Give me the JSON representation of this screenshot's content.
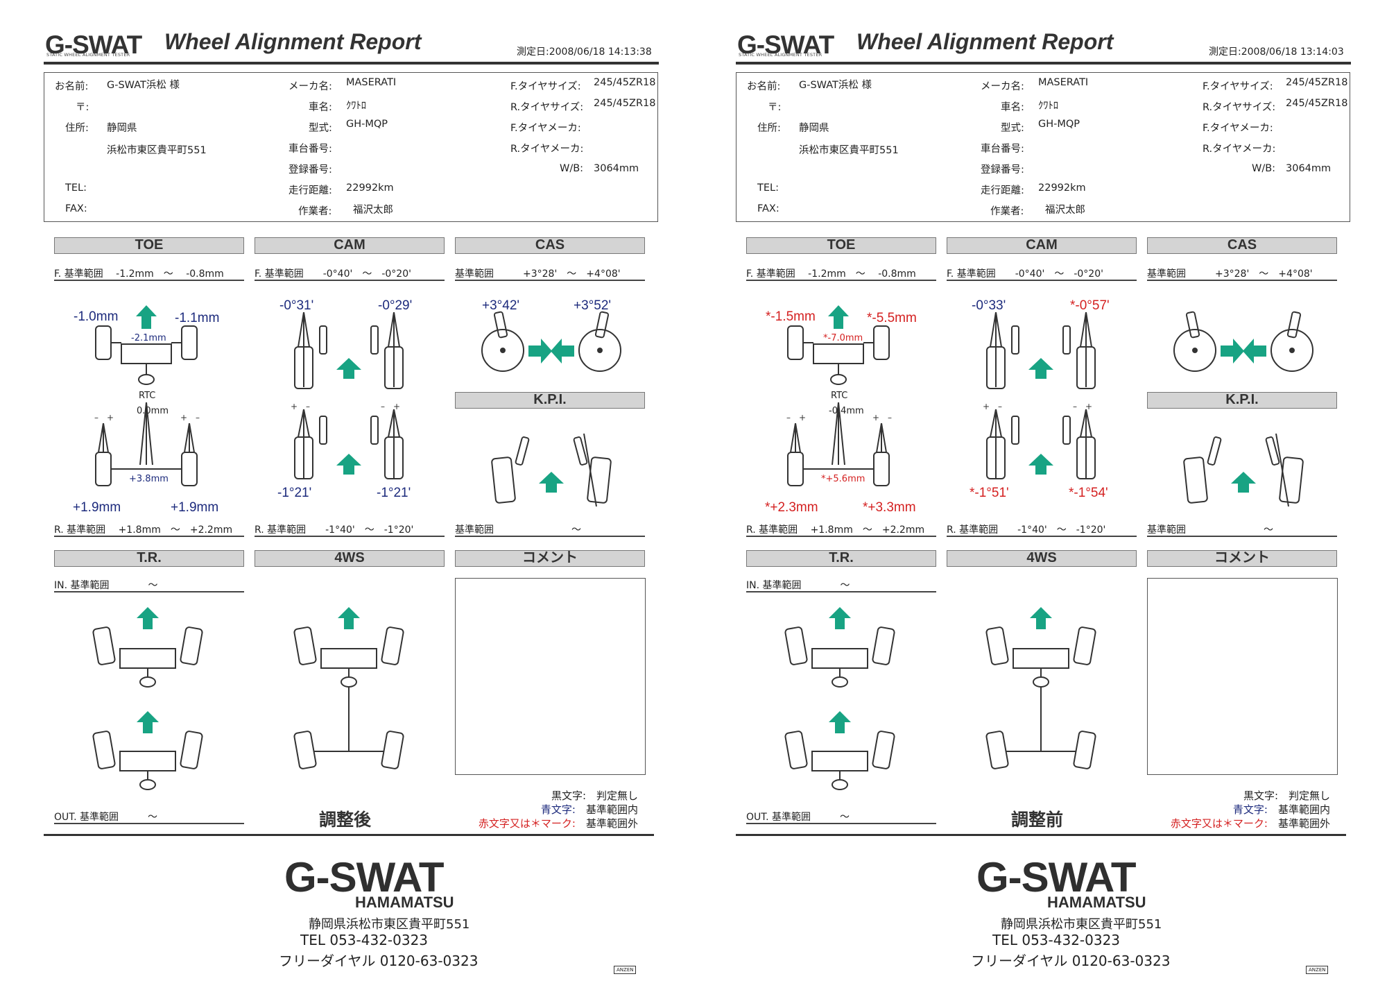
{
  "pages": [
    {
      "brand": "G-SWAT",
      "brand_sub": "STATIC WHEEL ALIGNMENT TESTER",
      "title": "Wheel Alignment Report",
      "measured": "測定日:2008/06/18 14:13:38",
      "info": {
        "name_label": "お名前:",
        "name": "G-SWAT浜松 様",
        "zip_label": "〒:",
        "address_label": "住所:",
        "address1": "静岡県",
        "address2": "浜松市東区貴平町551",
        "tel_label": "TEL:",
        "fax_label": "FAX:",
        "maker_label": "メーカ名:",
        "maker": "MASERATI",
        "car_label": "車名:",
        "car": "ｸﾜﾄﾛ",
        "model_label": "型式:",
        "model": "GH-MQP",
        "chassis_label": "車台番号:",
        "reg_label": "登録番号:",
        "mileage_label": "走行距離:",
        "mileage": "22992km",
        "worker_label": "作業者:",
        "worker": "福沢太郎",
        "ftire_size_label": "F.タイヤサイズ:",
        "ftire_size": "245/45ZR18",
        "rtire_size_label": "R.タイヤサイズ:",
        "rtire_size": "245/45ZR18",
        "ftire_maker_label": "F.タイヤメーカ:",
        "rtire_maker_label": "R.タイヤメーカ:",
        "wb_label": "W/B:",
        "wb": "3064mm"
      },
      "sections": {
        "toe": "TOE",
        "cam": "CAM",
        "cas": "CAS",
        "kpi": "K.P.I.",
        "tr": "T.R.",
        "fws": "4WS",
        "comment": "コメント"
      },
      "ranges": {
        "toe_f": "F. 基準範囲　 -1.2mm　～　 -0.8mm",
        "cam_f": "F. 基準範囲　　-0°40'　～　-0°20'",
        "cas_f": "基準範囲　　　+3°28'　～　+4°08'",
        "toe_r": "R. 基準範囲　 +1.8mm　～　+2.2mm",
        "cam_r": "R. 基準範囲　　-1°40'　～　-1°20'",
        "kpi_r": "基準範囲　　　　　　　　～",
        "tr_in": "IN. 基準範囲　　　　～",
        "tr_out": "OUT. 基準範囲　　　～"
      },
      "values": {
        "toe_fl": "-1.0mm",
        "toe_fr": "-1.1mm",
        "toe_ftotal": "-2.1mm",
        "rtc_label": "RTC",
        "rtc": "0.0mm",
        "toe_rtotal": "+3.8mm",
        "toe_rl": "+1.9mm",
        "toe_rr": "+1.9mm",
        "cam_fl": "-0°31'",
        "cam_fr": "-0°29'",
        "cam_rl": "-1°21'",
        "cam_rr": "-1°21'",
        "cas_l": "+3°42'",
        "cas_r": "+3°52'"
      },
      "colors": {
        "toe_fl": "#1c2a7c",
        "toe_fr": "#1c2a7c",
        "toe_ftotal": "#1c2a7c",
        "toe_rtotal": "#1c2a7c",
        "toe_rl": "#1c2a7c",
        "toe_rr": "#1c2a7c",
        "cam_fl": "#1c2a7c",
        "cam_fr": "#1c2a7c",
        "cam_rl": "#1c2a7c",
        "cam_rr": "#1c2a7c",
        "cas_l": "#1c2a7c",
        "cas_r": "#1c2a7c"
      },
      "legend": {
        "black": "黒文字:　判定無し",
        "blue": "青文字:",
        "blue_desc": "基準範囲内",
        "red": "赤文字又は＊マーク:",
        "red_desc": "基準範囲外"
      },
      "stage": "調整後",
      "footer": {
        "logo": "G-SWAT",
        "sub": "HAMAMATSU",
        "address": "静岡県浜松市東区貴平町551",
        "tel": "TEL 053-432-0323",
        "free": "フリーダイヤル 0120-63-0323",
        "anzen": "ANZEN"
      }
    },
    {
      "brand": "G-SWAT",
      "brand_sub": "STATIC WHEEL ALIGNMENT TESTER",
      "title": "Wheel Alignment Report",
      "measured": "測定日:2008/06/18 13:14:03",
      "info": {
        "name_label": "お名前:",
        "name": "G-SWAT浜松 様",
        "zip_label": "〒:",
        "address_label": "住所:",
        "address1": "静岡県",
        "address2": "浜松市東区貴平町551",
        "tel_label": "TEL:",
        "fax_label": "FAX:",
        "maker_label": "メーカ名:",
        "maker": "MASERATI",
        "car_label": "車名:",
        "car": "ｸﾜﾄﾛ",
        "model_label": "型式:",
        "model": "GH-MQP",
        "chassis_label": "車台番号:",
        "reg_label": "登録番号:",
        "mileage_label": "走行距離:",
        "mileage": "22992km",
        "worker_label": "作業者:",
        "worker": "福沢太郎",
        "ftire_size_label": "F.タイヤサイズ:",
        "ftire_size": "245/45ZR18",
        "rtire_size_label": "R.タイヤサイズ:",
        "rtire_size": "245/45ZR18",
        "ftire_maker_label": "F.タイヤメーカ:",
        "rtire_maker_label": "R.タイヤメーカ:",
        "wb_label": "W/B:",
        "wb": "3064mm"
      },
      "sections": {
        "toe": "TOE",
        "cam": "CAM",
        "cas": "CAS",
        "kpi": "K.P.I.",
        "tr": "T.R.",
        "fws": "4WS",
        "comment": "コメント"
      },
      "ranges": {
        "toe_f": "F. 基準範囲　 -1.2mm　～　 -0.8mm",
        "cam_f": "F. 基準範囲　　-0°40'　～　-0°20'",
        "cas_f": "基準範囲　　　+3°28'　～　+4°08'",
        "toe_r": "R. 基準範囲　 +1.8mm　～　+2.2mm",
        "cam_r": "R. 基準範囲　　-1°40'　～　-1°20'",
        "kpi_r": "基準範囲　　　　　　　　～",
        "tr_in": "IN. 基準範囲　　　　～",
        "tr_out": "OUT. 基準範囲　　　～"
      },
      "values": {
        "toe_fl": "*-1.5mm",
        "toe_fr": "*-5.5mm",
        "toe_ftotal": "*-7.0mm",
        "rtc_label": "RTC",
        "rtc": "-0.4mm",
        "toe_rtotal": "*+5.6mm",
        "toe_rl": "*+2.3mm",
        "toe_rr": "*+3.3mm",
        "cam_fl": "-0°33'",
        "cam_fr": "*-0°57'",
        "cam_rl": "*-1°51'",
        "cam_rr": "*-1°54'",
        "cas_l": "",
        "cas_r": ""
      },
      "colors": {
        "toe_fl": "#d42020",
        "toe_fr": "#d42020",
        "toe_ftotal": "#d42020",
        "toe_rtotal": "#d42020",
        "toe_rl": "#d42020",
        "toe_rr": "#d42020",
        "cam_fl": "#1c2a7c",
        "cam_fr": "#d42020",
        "cam_rl": "#d42020",
        "cam_rr": "#d42020",
        "cas_l": "#1c2a7c",
        "cas_r": "#1c2a7c"
      },
      "legend": {
        "black": "黒文字:　判定無し",
        "blue": "青文字:",
        "blue_desc": "基準範囲内",
        "red": "赤文字又は＊マーク:",
        "red_desc": "基準範囲外"
      },
      "stage": "調整前",
      "footer": {
        "logo": "G-SWAT",
        "sub": "HAMAMATSU",
        "address": "静岡県浜松市東区貴平町551",
        "tel": "TEL 053-432-0323",
        "free": "フリーダイヤル 0120-63-0323",
        "anzen": "ANZEN"
      }
    }
  ]
}
